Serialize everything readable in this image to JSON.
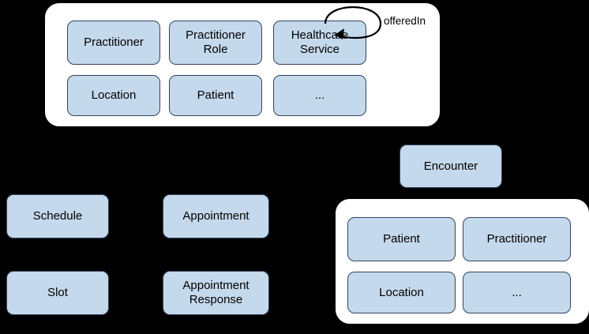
{
  "diagram": {
    "background_color": "#000000",
    "node_fill": "#c5d9ec",
    "node_border": "#33445c",
    "panel_fill": "#ffffff",
    "groups": [
      {
        "id": "top-group",
        "nodes": [
          {
            "id": "practitioner",
            "label": "Practitioner"
          },
          {
            "id": "practitioner-role",
            "label": "Practitioner Role"
          },
          {
            "id": "healthcare-service",
            "label": "Healthcare Service"
          },
          {
            "id": "location",
            "label": "Location"
          },
          {
            "id": "patient",
            "label": "Patient"
          },
          {
            "id": "ellipsis",
            "label": "..."
          }
        ]
      },
      {
        "id": "encounter-group",
        "nodes": [
          {
            "id": "enc-patient",
            "label": "Patient"
          },
          {
            "id": "enc-practitioner",
            "label": "Practitioner"
          },
          {
            "id": "enc-location",
            "label": "Location"
          },
          {
            "id": "enc-ellipsis",
            "label": "..."
          }
        ]
      }
    ],
    "standalone_nodes": [
      {
        "id": "encounter",
        "label": "Encounter"
      },
      {
        "id": "schedule",
        "label": "Schedule"
      },
      {
        "id": "appointment",
        "label": "Appointment"
      },
      {
        "id": "slot",
        "label": "Slot"
      },
      {
        "id": "appointment-response",
        "label": "Appointment Response"
      }
    ],
    "edge_labels": [
      {
        "id": "offered-in",
        "label": "offeredIn"
      }
    ]
  }
}
